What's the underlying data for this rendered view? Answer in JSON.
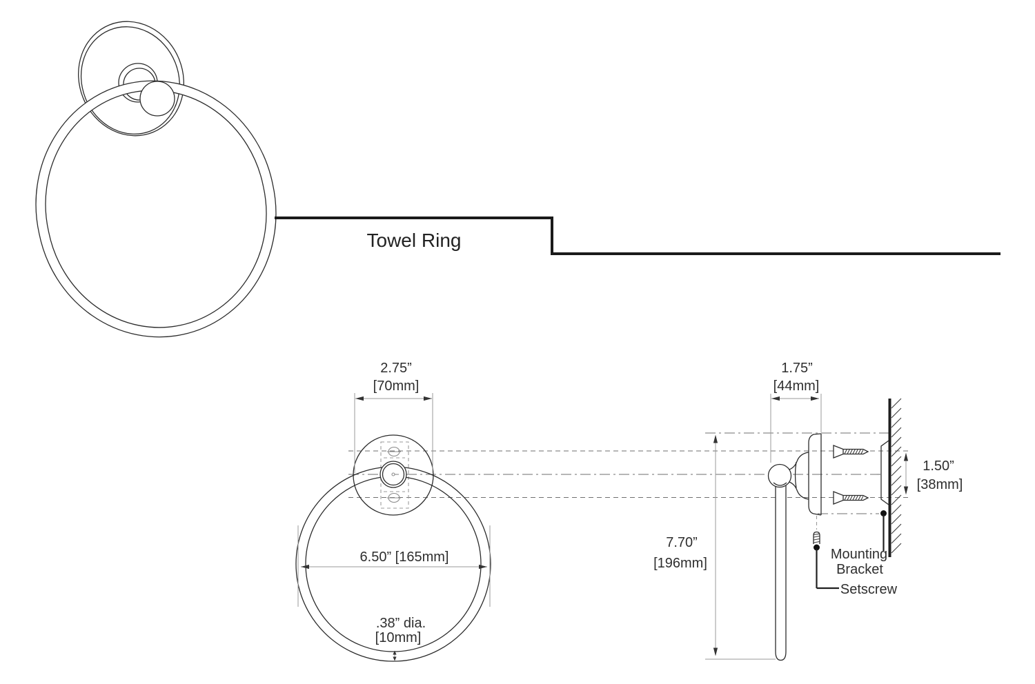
{
  "title": "Towel Ring",
  "colors": {
    "ink": "#2b2b2b",
    "dimension": "#9a9a9a",
    "centerline": "#6e6e6e",
    "background": "#ffffff"
  },
  "front_view": {
    "width_in": "2.75”",
    "width_mm": "[70mm]",
    "inner_diameter": "6.50” [165mm]",
    "tube_dia_in": ".38” dia.",
    "tube_dia_mm": "[10mm]"
  },
  "side_view": {
    "depth_in": "1.75”",
    "depth_mm": "[44mm]",
    "height_in": "7.70”",
    "height_mm": "[196mm]",
    "bracket_in": "1.50”",
    "bracket_mm": "[38mm]",
    "mounting_label_line1": "Mounting",
    "mounting_label_line2": "Bracket",
    "setscrew_label": "Setscrew"
  }
}
